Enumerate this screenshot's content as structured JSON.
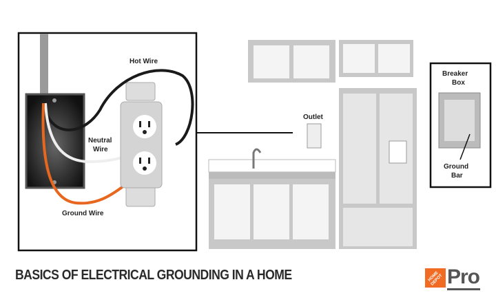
{
  "title": "BASICS OF ELECTRICAL GROUNDING IN A HOME",
  "labels": {
    "hot_wire": "Hot Wire",
    "neutral_wire_1": "Neutral",
    "neutral_wire_2": "Wire",
    "ground_wire": "Ground Wire",
    "outlet": "Outlet",
    "breaker_box_1": "Breaker",
    "breaker_box_2": "Box",
    "ground_bar_1": "Ground",
    "ground_bar_2": "Bar"
  },
  "logo": {
    "brand": "THE HOME DEPOT",
    "suffix": "Pro"
  },
  "colors": {
    "ground": "#e8671e",
    "hot": "#1a1a1a",
    "neutral": "#f2f2f2",
    "brand": "#f26b22"
  }
}
